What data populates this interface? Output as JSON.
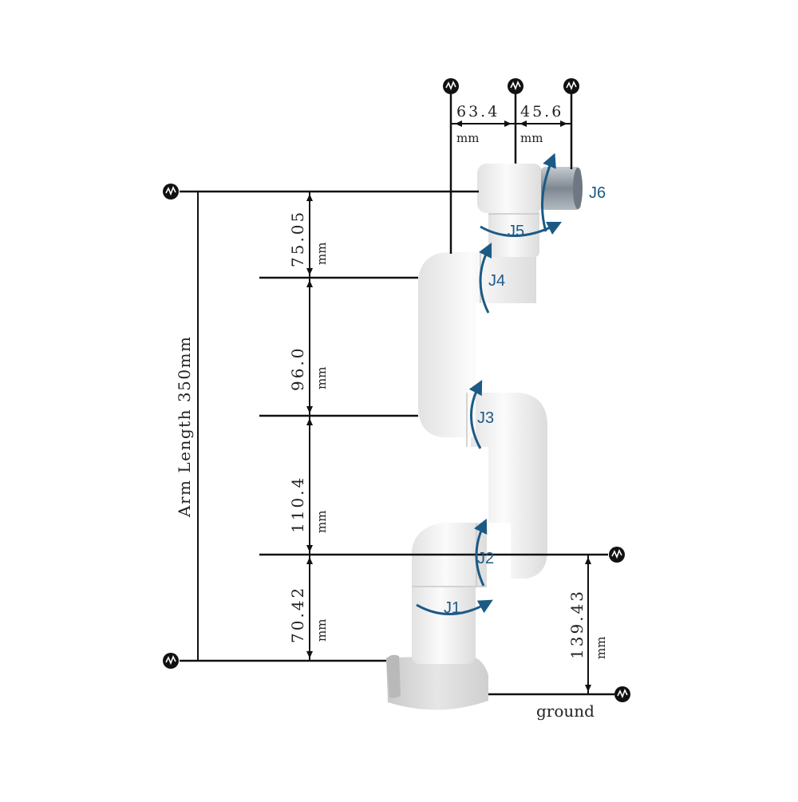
{
  "colors": {
    "line": "#111111",
    "joint_accent": "#1c5a86",
    "arm_body": "#f1f1f1",
    "base": "#d9d9d9",
    "flange": "#9aa3ab"
  },
  "icons": [
    "ground-symbol-icon"
  ],
  "dimensions": {
    "top_offset_left": {
      "value": "63.4",
      "unit": "mm"
    },
    "top_offset_right": {
      "value": "45.6",
      "unit": "mm"
    },
    "link_j5_j6": {
      "value": "75.05",
      "unit": "mm"
    },
    "link_j3_j4": {
      "value": "96.0",
      "unit": "mm"
    },
    "link_j2_j3": {
      "value": "110.4",
      "unit": "mm"
    },
    "link_j1_j2": {
      "value": "70.42",
      "unit": "mm"
    },
    "base_height": {
      "value": "139.43",
      "unit": "mm"
    },
    "arm_length": "Arm Length 350mm",
    "ground": "ground"
  },
  "joints": [
    "J1",
    "J2",
    "J3",
    "J4",
    "J5",
    "J6"
  ]
}
